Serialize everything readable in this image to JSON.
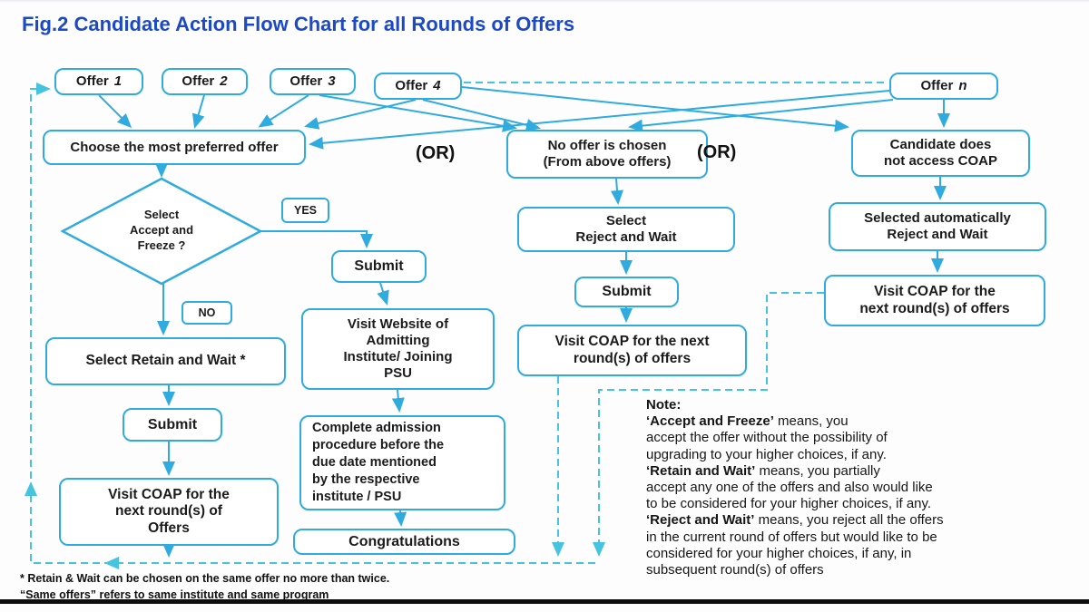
{
  "title": "Fig.2 Candidate Action Flow Chart for all Rounds of Offers",
  "colors": {
    "accent": "#2fabdf",
    "dashed": "#46c3de",
    "title_blue": "#1c49c4"
  },
  "offers": [
    {
      "word": "Offer",
      "num": "1"
    },
    {
      "word": "Offer",
      "num": "2"
    },
    {
      "word": "Offer",
      "num": "3"
    },
    {
      "word": "Offer",
      "num": "4"
    },
    {
      "word": "Offer",
      "num": "n"
    }
  ],
  "or_labels": {
    "or1": "(OR)",
    "or2": "(OR)"
  },
  "nodes": {
    "choose": "Choose the most preferred offer",
    "decision": "Select\nAccept and\nFreeze ?",
    "yes": "YES",
    "no": "NO",
    "submit_yes": "Submit",
    "visit_web": "Visit Website of\nAdmitting\nInstitute/ Joining\nPSU",
    "complete": "Complete admission\nprocedure before the\ndue date mentioned\nby the respective\ninstitute / PSU",
    "congrats": "Congratulations",
    "retain": "Select Retain and Wait *",
    "submit_no": "Submit",
    "visit_coap_left": "Visit COAP for the\nnext round(s) of\nOffers",
    "no_offer": "No offer is chosen\n(From above offers)",
    "reject": "Select\nReject and Wait",
    "submit_mid": "Submit",
    "visit_coap_mid": "Visit COAP for the next\nround(s) of offers",
    "candidate": "Candidate does\nnot access COAP",
    "selected_auto": "Selected automatically\nReject and Wait",
    "visit_coap_right": "Visit COAP for the\nnext round(s) of offers"
  },
  "note": {
    "lines": [
      {
        "b": "Note:",
        "t": ""
      },
      {
        "b": "‘Accept and Freeze’",
        "t": " means, you"
      },
      {
        "b": "",
        "t": "accept the offer without the possibility of"
      },
      {
        "b": "",
        "t": "upgrading to your higher choices, if any."
      },
      {
        "b": "‘Retain and Wait’",
        "t": " means, you partially"
      },
      {
        "b": "",
        "t": "accept any one of the offers and also would like"
      },
      {
        "b": "",
        "t": "to be considered for your higher choices, if any."
      },
      {
        "b": "‘Reject and Wait’",
        "t": " means, you reject all the offers"
      },
      {
        "b": "",
        "t": "in the current round of offers but would like to be"
      },
      {
        "b": "",
        "t": "considered for your higher choices, if any, in"
      },
      {
        "b": "",
        "t": "subsequent round(s) of offers"
      }
    ]
  },
  "footnotes": [
    "* Retain & Wait can be chosen on the same offer no more than twice.",
    "“Same offers” refers to same institute and same program"
  ]
}
